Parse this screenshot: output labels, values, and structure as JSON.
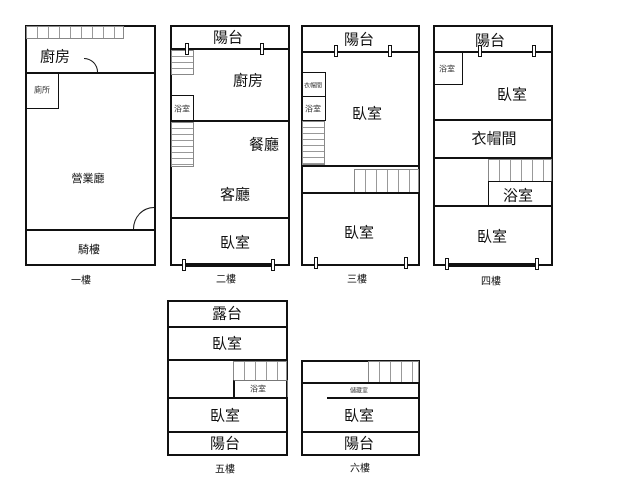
{
  "floors": {
    "f1": {
      "caption": "一樓",
      "rooms": [
        "廚房",
        "廁所",
        "營業廳",
        "騎樓"
      ]
    },
    "f2": {
      "caption": "二樓",
      "rooms": [
        "陽台",
        "廚房",
        "浴室",
        "餐廳",
        "客廳",
        "臥室"
      ]
    },
    "f3": {
      "caption": "三樓",
      "rooms": [
        "陽台",
        "衣帽間",
        "浴室",
        "臥室",
        "臥室"
      ]
    },
    "f4": {
      "caption": "四樓",
      "rooms": [
        "陽台",
        "浴室",
        "臥室",
        "衣帽間",
        "浴室",
        "臥室"
      ]
    },
    "f5": {
      "caption": "五樓",
      "rooms": [
        "露台",
        "臥室",
        "浴室",
        "臥室",
        "陽台"
      ]
    },
    "f6": {
      "caption": "六樓",
      "rooms": [
        "儲藏室",
        "臥室",
        "陽台"
      ]
    }
  }
}
